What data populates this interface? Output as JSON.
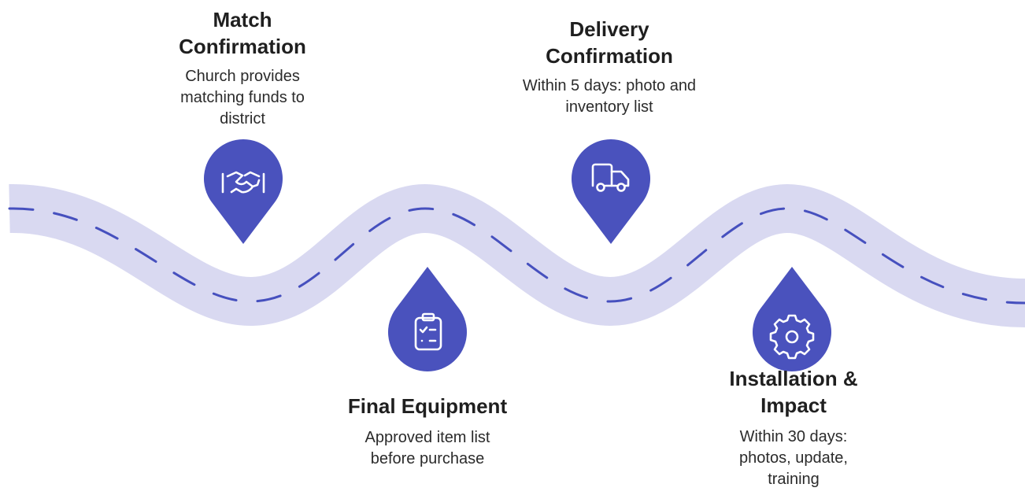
{
  "colors": {
    "road": "#d9d9f1",
    "road_dash": "#4650be",
    "pin": "#4a52bd",
    "icon": "#ffffff"
  },
  "milestones": [
    {
      "title": "Match Confirmation",
      "description": "Church provides matching funds to district",
      "icon": "handshake-icon"
    },
    {
      "title": "Final Equipment",
      "description": "Approved item list before purchase",
      "icon": "clipboard-checklist-icon"
    },
    {
      "title": "Delivery Confirmation",
      "description": "Within 5 days: photo and inventory list",
      "icon": "truck-icon"
    },
    {
      "title": "Installation & Impact",
      "description": "Within 30 days: photos, update, training",
      "icon": "gear-icon"
    }
  ]
}
